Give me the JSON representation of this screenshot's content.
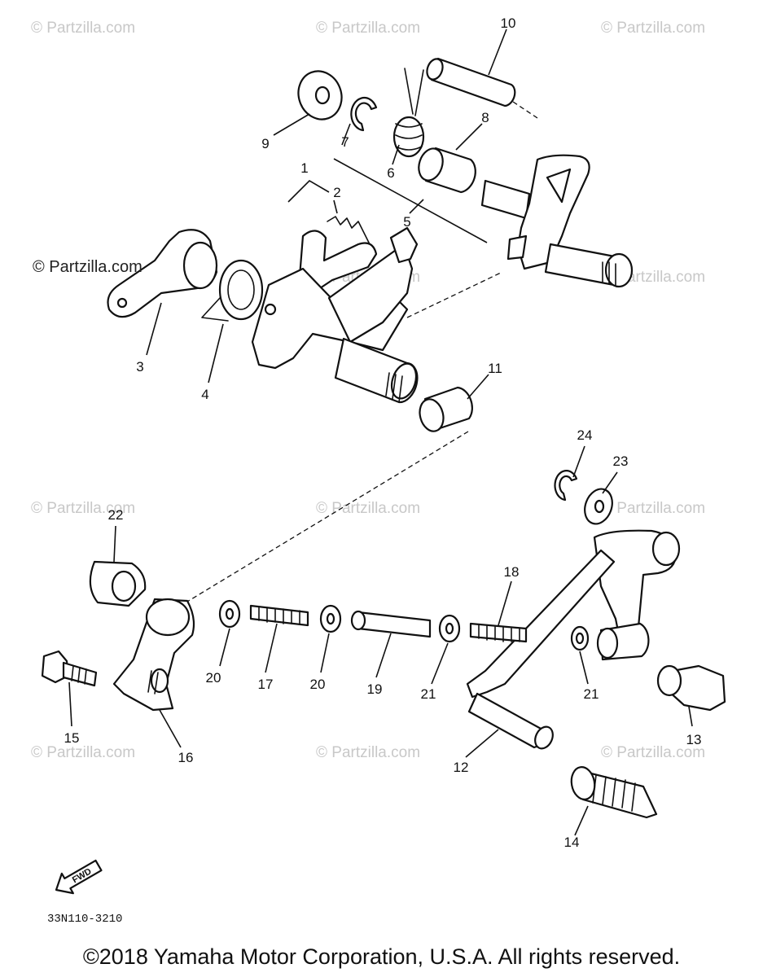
{
  "watermark": "© Partzilla.com",
  "watermark_overlay": "© Partzilla.com",
  "diagram_code": "33N110-3210",
  "forward_arrow_label": "FWD",
  "copyright": "©2018 Yamaha Motor Corporation, U.S.A. All rights reserved.",
  "callouts": [
    {
      "id": "1",
      "label": "1"
    },
    {
      "id": "2",
      "label": "2"
    },
    {
      "id": "3",
      "label": "3"
    },
    {
      "id": "4",
      "label": "4"
    },
    {
      "id": "5",
      "label": "5"
    },
    {
      "id": "6",
      "label": "6"
    },
    {
      "id": "7",
      "label": "7"
    },
    {
      "id": "8",
      "label": "8"
    },
    {
      "id": "9",
      "label": "9"
    },
    {
      "id": "10",
      "label": "10"
    },
    {
      "id": "11",
      "label": "11"
    },
    {
      "id": "12",
      "label": "12"
    },
    {
      "id": "13",
      "label": "13"
    },
    {
      "id": "14",
      "label": "14"
    },
    {
      "id": "15",
      "label": "15"
    },
    {
      "id": "16",
      "label": "16"
    },
    {
      "id": "17",
      "label": "17"
    },
    {
      "id": "18",
      "label": "18"
    },
    {
      "id": "19",
      "label": "19"
    },
    {
      "id": "20a",
      "label": "20"
    },
    {
      "id": "20b",
      "label": "20"
    },
    {
      "id": "21a",
      "label": "21"
    },
    {
      "id": "21b",
      "label": "21"
    },
    {
      "id": "22",
      "label": "22"
    },
    {
      "id": "23",
      "label": "23"
    },
    {
      "id": "24",
      "label": "24"
    }
  ]
}
